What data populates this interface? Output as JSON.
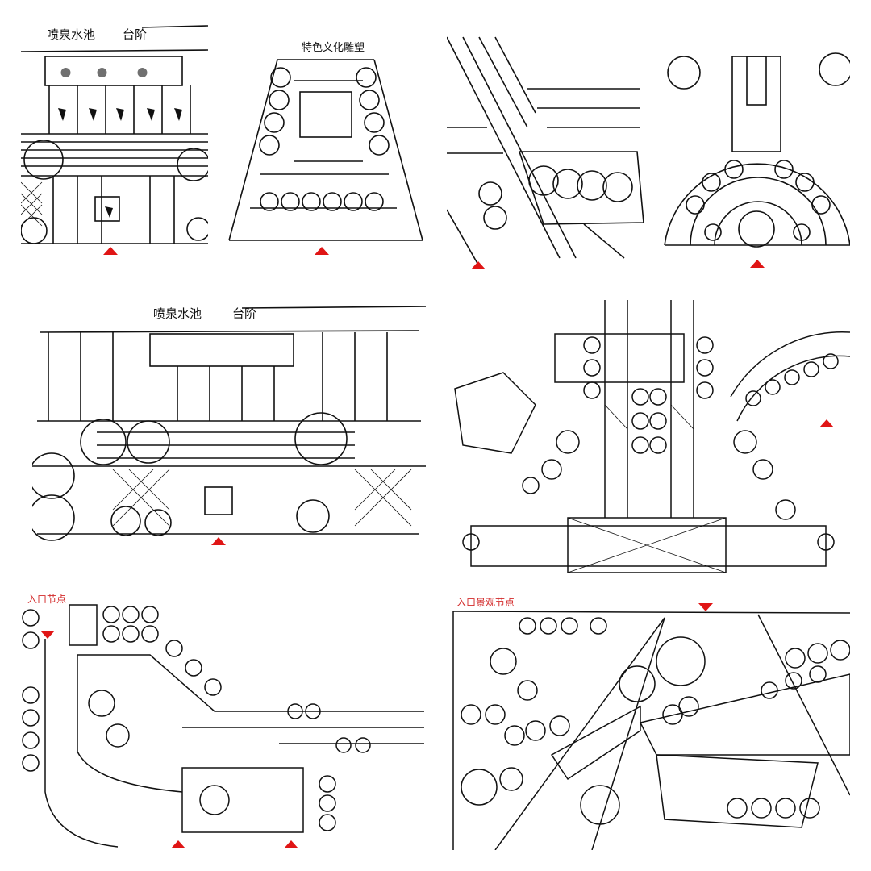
{
  "panels": {
    "p1": {
      "label_left": "喷泉水池",
      "label_right": "台阶"
    },
    "p2": {
      "label": "特色文化雕塑"
    },
    "p5": {
      "label_left": "喷泉水池",
      "label_right": "台阶"
    },
    "p7": {
      "label": "入口节点"
    },
    "p8": {
      "label": "入口景观节点"
    }
  },
  "colors": {
    "ink": "#111111",
    "marker": "#e01515",
    "note": "#d32a2a"
  }
}
